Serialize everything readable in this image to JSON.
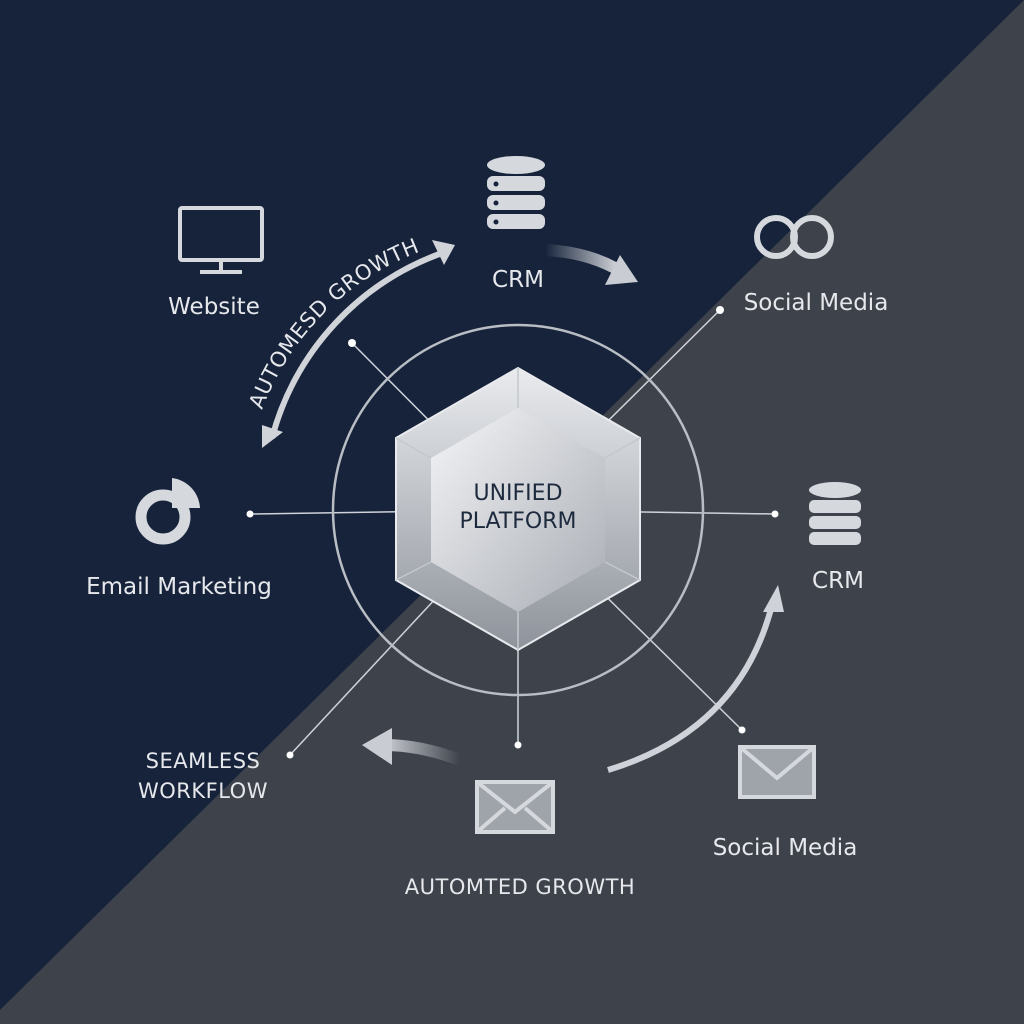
{
  "colors": {
    "bg_dark": "#16233b",
    "bg_gray": "#3e434b",
    "accent": "#d9dce1"
  },
  "center": {
    "line1": "UNIFIED",
    "line2": "PLATFORM"
  },
  "nodes": {
    "website": {
      "label": "Website",
      "icon": "monitor-icon"
    },
    "crm_top": {
      "label": "CRM",
      "icon": "database-icon"
    },
    "social_top": {
      "label": "Social Media",
      "icon": "linked-rings-icon"
    },
    "email_marketing": {
      "label": "Email Marketing",
      "icon": "pie-chart-icon"
    },
    "crm_right": {
      "label": "CRM",
      "icon": "database-icon"
    },
    "social_bottom": {
      "label": "Social Media",
      "icon": "envelope-icon"
    },
    "email_bottom": {
      "icon": "envelope-icon"
    }
  },
  "captions": {
    "arc_top": "AUTOMESD GROWTH",
    "workflow_line1": "SEAMLESS",
    "workflow_line2": "WORKFLOW",
    "bottom": "AUTOMTED GROWTH"
  }
}
